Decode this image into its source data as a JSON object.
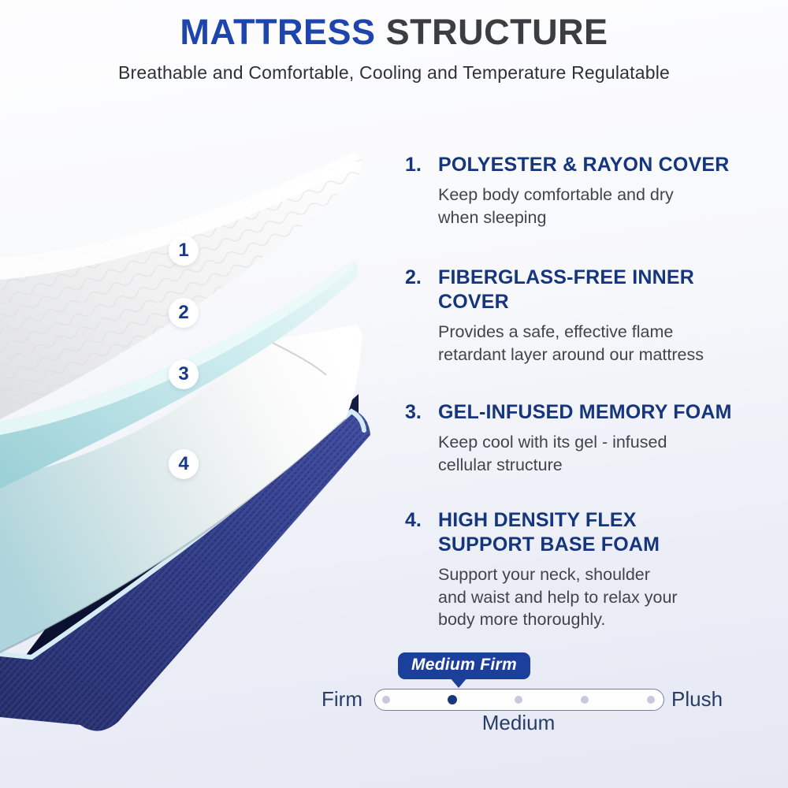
{
  "header": {
    "title_primary": "MATTRESS",
    "title_secondary": " STRUCTURE",
    "subtitle": "Breathable and Comfortable, Cooling and Temperature Regulatable"
  },
  "illustration": {
    "description": "exploded view of four mattress layers",
    "callouts": [
      "1",
      "2",
      "3",
      "4"
    ]
  },
  "features": [
    {
      "num": "1.",
      "heading_lines": [
        "POLYESTER & RAYON COVER"
      ],
      "body_lines": [
        "Keep body comfortable and dry",
        "when sleeping"
      ]
    },
    {
      "num": "2.",
      "heading_lines": [
        "FIBERGLASS-FREE INNER",
        "COVER"
      ],
      "body_lines": [
        "Provides a safe, effective flame",
        "retardant layer around our mattress"
      ]
    },
    {
      "num": "3.",
      "heading_lines": [
        "GEL-INFUSED MEMORY FOAM"
      ],
      "body_lines": [
        "Keep cool with its gel - infused",
        "cellular structure"
      ]
    },
    {
      "num": "4.",
      "heading_lines": [
        "HIGH DENSITY FLEX",
        "SUPPORT BASE FOAM"
      ],
      "body_lines": [
        "Support your neck, shoulder",
        "and waist and help to relax your",
        "body more thoroughly."
      ]
    }
  ],
  "firmness": {
    "badge_label": "Medium Firm",
    "left_label": "Firm",
    "right_label": "Plush",
    "center_label": "Medium",
    "levels": 5,
    "active_level_index": 1
  },
  "colors": {
    "title_blue": "#1e45ae",
    "title_gray": "#3b3d40",
    "heading_navy": "#15357d",
    "body_gray": "#40444b",
    "badge_navy": "#1c3f9c",
    "active_dot_navy": "#17377e",
    "inactive_dot": "#c7cadd",
    "cover_white": "#f4f4f5",
    "inner_cover_mint": "#bfe4e8",
    "foam_white": "#eef3f4",
    "base_navy": "#2f3c85",
    "piping_light_blue": "#d5ecf5"
  }
}
